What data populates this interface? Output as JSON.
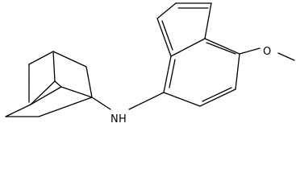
{
  "molecule": {
    "atoms": {
      "amine": "N",
      "amine_h": "H",
      "ether_oxygen": "O"
    }
  }
}
